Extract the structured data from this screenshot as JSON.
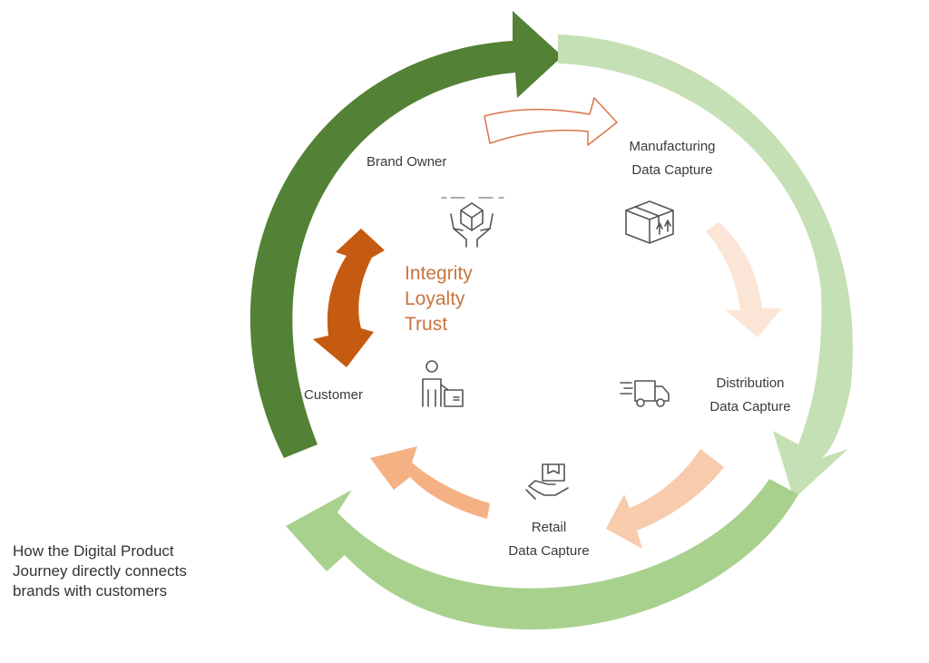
{
  "colors": {
    "dark_green": "#538135",
    "light_green": "#c5e0b4",
    "mid_green": "#a9d18e",
    "orange_dark": "#c55a11",
    "orange_outline": "#d9744a",
    "peach_light": "#fbe5d6",
    "peach_mid": "#f8cbad",
    "peach_strong": "#f4b183",
    "icon_stroke": "#555555"
  },
  "nodes": {
    "brand_owner": {
      "label": "Brand Owner",
      "icon": "hands-holding-box-icon"
    },
    "manufacturing": {
      "label": "Manufacturing\nData Capture",
      "icon": "package-box-icon"
    },
    "distribution": {
      "label": "Distribution\nData Capture",
      "icon": "delivery-truck-icon"
    },
    "retail": {
      "label": "Retail\nData Capture",
      "icon": "hand-receiving-package-icon"
    },
    "customer": {
      "label": "Customer",
      "icon": "person-with-box-icon"
    }
  },
  "values": [
    "Integrity",
    "Loyalty",
    "Trust"
  ],
  "caption": "How the Digital Product\nJourney directly connects\nbrands with customers"
}
